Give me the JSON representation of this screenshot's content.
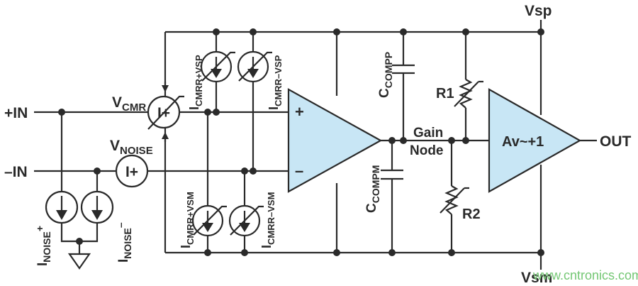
{
  "labels": {
    "vsp": "Vsp",
    "vsm": "Vsm",
    "in_plus": "+IN",
    "in_minus": "–IN",
    "out": "OUT",
    "vcmr_main": "V",
    "vcmr_sub": "CMR",
    "vnoise_main": "V",
    "vnoise_sub": "NOISE",
    "inoise_plus_main": "I",
    "inoise_plus_sub": "NOISE",
    "inoise_plus_sup": "+",
    "inoise_minus_main": "I",
    "inoise_minus_sub": "NOISE",
    "inoise_minus_sup": "–",
    "icmrr_vsp_plus_main": "I",
    "icmrr_vsp_plus_sub": "CMRR+VSP",
    "icmrr_vsp_minus_main": "I",
    "icmrr_vsp_minus_sub": "CMRR–VSP",
    "icmrr_vsm_plus_main": "I",
    "icmrr_vsm_plus_sub": "CMRR+VSM",
    "icmrr_vsm_minus_main": "I",
    "icmrr_vsm_minus_sub": "CMRR–VSM",
    "ccompp_main": "C",
    "ccompp_sub": "COMPP",
    "ccompm_main": "C",
    "ccompm_sub": "COMPM",
    "r1": "R1",
    "r2": "R2",
    "gain": "Gain",
    "node": "Node",
    "opamp_plus": "+",
    "opamp_minus": "–",
    "buffer": "Av~+1",
    "vsource_symbol": "I+",
    "watermark": "www.cntronics.com"
  },
  "colors": {
    "amplifier_fill": "#c8e6f5",
    "wire": "#2a2a2a",
    "watermark": "#74c774"
  }
}
